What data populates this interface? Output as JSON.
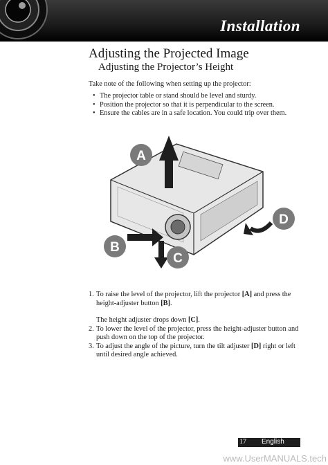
{
  "header": {
    "section_title": "Installation"
  },
  "page": {
    "title": "Adjusting the Projected Image",
    "subtitle": "Adjusting the Projector’s Height",
    "intro": "Take note of the following when setting up the projector:",
    "bullets": [
      "The projector table or stand should be level and sturdy.",
      "Position the projector so that it is perpendicular to the screen.",
      "Ensure the cables are in a safe location. You could trip over them."
    ]
  },
  "figure": {
    "labels": {
      "a": "A",
      "b": "B",
      "c": "C",
      "d": "D"
    },
    "colors": {
      "arrow": "#1e1e1e",
      "badge": "#7a7a7a"
    }
  },
  "steps": [
    {
      "num": "1.",
      "parts": [
        "To raise the level of the projector, lift the projector ",
        "[A]",
        " and press the height-adjuster button ",
        "[B]",
        "."
      ]
    },
    {
      "note": [
        "The height adjuster drops down ",
        "[C]",
        "."
      ]
    },
    {
      "num": "2.",
      "text": "To lower the level of the projector, press the height-adjuster button and push down on the top of the projector."
    },
    {
      "num": "3.",
      "parts": [
        "To adjust the angle of the picture, turn the tilt adjuster ",
        "[D]",
        " right or left until desired angle achieved."
      ]
    }
  ],
  "footer": {
    "page_number": "17",
    "language": "English"
  },
  "watermark": "www.UserMANUALS.tech"
}
